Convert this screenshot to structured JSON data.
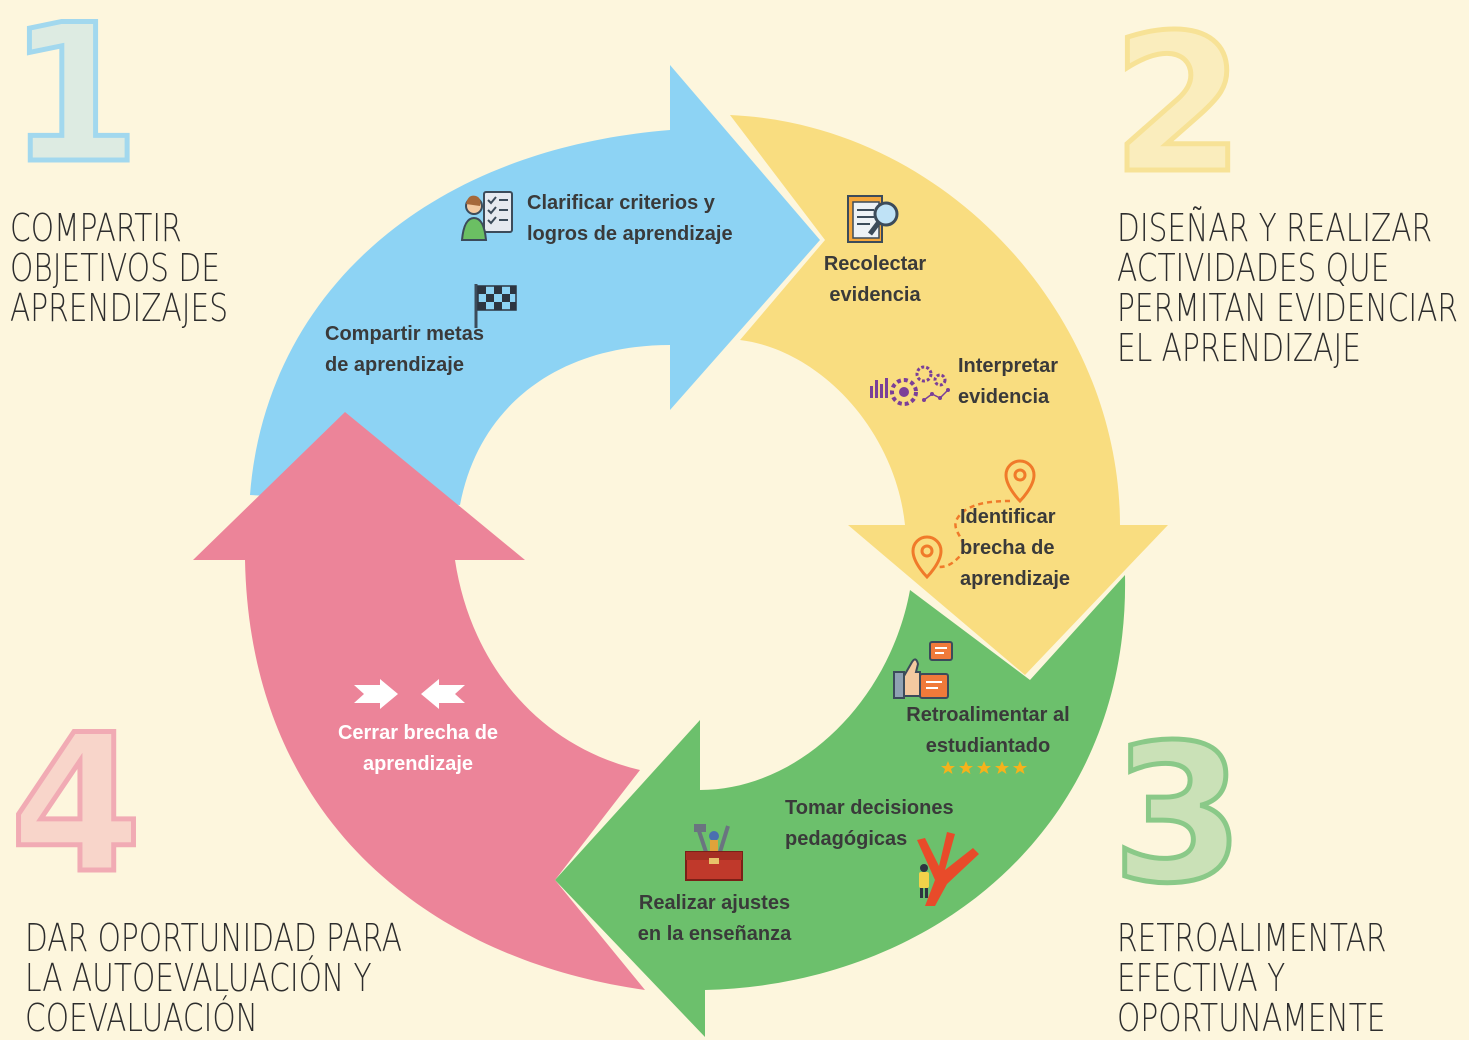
{
  "numbers": {
    "one": "1",
    "two": "2",
    "three": "3",
    "four": "4"
  },
  "corners": {
    "one": [
      "COMPARTIR",
      "OBJETIVOS DE",
      "APRENDIZAJES"
    ],
    "two": [
      "DISEÑAR Y REALIZAR",
      "ACTIVIDADES QUE",
      "PERMITAN EVIDENCIAR",
      "EL APRENDIZAJE"
    ],
    "three": [
      "RETROALIMENTAR",
      "EFECTIVA Y",
      "OPORTUNAMENTE"
    ],
    "four": [
      "DAR OPORTUNIDAD PARA",
      "LA AUTOEVALUACIÓN Y",
      "COEVALUACIÓN"
    ]
  },
  "steps": {
    "clarificar": [
      "Clarificar criterios y",
      "logros de aprendizaje"
    ],
    "compartir": [
      "Compartir metas",
      "de aprendizaje"
    ],
    "recolectar": [
      "Recolectar",
      "evidencia"
    ],
    "interpretar": [
      "Interpretar",
      "evidencia"
    ],
    "identificar": [
      "Identificar",
      "brecha de",
      "aprendizaje"
    ],
    "retroalimentar": [
      "Retroalimentar al",
      "estudiantado"
    ],
    "tomar": [
      "Tomar decisiones",
      "pedagógicas"
    ],
    "realizar": [
      "Realizar ajustes",
      "en la enseñanza"
    ],
    "cerrar": [
      "Cerrar brecha de",
      "aprendizaje"
    ]
  },
  "colors": {
    "blue": "#8dd3f4",
    "yellow": "#f9dd80",
    "green": "#6cc06c",
    "pink": "#ec8499",
    "background": "#fdf6dd"
  },
  "icons": [
    "teacher-checklist-icon",
    "checkered-flag-icon",
    "document-magnifier-icon",
    "gears-analytics-icon",
    "location-pins-icon",
    "feedback-thumbs-icon",
    "five-stars-icon",
    "crossroads-icon",
    "toolbox-icon",
    "converging-arrows-icon"
  ]
}
